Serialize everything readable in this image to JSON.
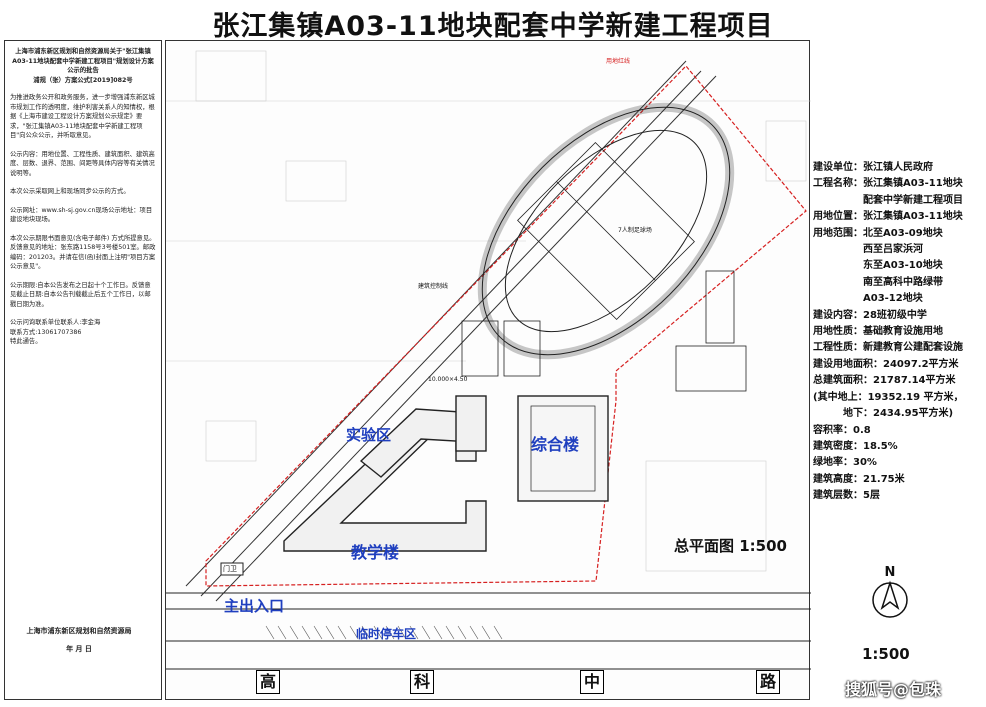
{
  "title": "张江集镇A03-11地块配套中学新建工程项目",
  "left_panel": {
    "header": "上海市浦东新区规划和自然资源局关于\"张江集镇A03-11地块配套中学新建工程项目\"规划设计方案公示的批告\n浦规（张）方案公式[2019]082号",
    "paragraphs": [
      "为推进政务公开和政务服务，进一步增强浦东新区城市规划工作的透明度，维护利害关系人的知情权，根据《上海市建设工程设计方案规划公示规定》要求，\"张江集镇A03-11地块配套中学新建工程项目\"向公众公示，并听取意见。",
      "公示内容：用地位置、工程性质、建筑面积、建筑高度、层数、退界、范围、间距等具体内容等有关情况说明等。",
      "本次公示采取网上和现场同步公示的方式。",
      "公示网址：www.sh-sj.gov.cn现场公示地址：项目建设地块现场。",
      "本次公示期限书面意见(含电子邮件) 方式所提意见。反馈意见的地址：张东路1158号3号楼501室。邮政编码：201203。并请在信(函)封面上注明\"项目方案公示意见\"。",
      "公示期限:自本公告发布之日起十个工作日。反馈意见截止日期:自本公告刊载截止后五个工作日，以邮戳日期为准。",
      "公示问询联系单位联系人:李金海\n联系方式:13061707386\n特此通告。"
    ],
    "footer_org": "上海市浦东新区规划和自然资源局",
    "footer_date": "年 月 日"
  },
  "plan": {
    "label_lab": "实验区",
    "label_composite": "综合楼",
    "label_teaching": "教学楼",
    "label_main_entrance": "主出入口",
    "label_temp_parking": "临时停车区",
    "label_master_plan": "总平面图  1:500",
    "label_mengmen": "门卫",
    "label_field": "7人制足球场",
    "label_track_line": "用地红线",
    "label_building_line": "建筑控制线",
    "dimension_1": "10.000×4.50",
    "road_chars": [
      "高",
      "科",
      "中",
      "路"
    ]
  },
  "info": {
    "rows": [
      "建设单位：张江镇人民政府",
      "工程名称：张江集镇A03-11地块",
      "　　　　　配套中学新建工程项目",
      "用地位置：张江集镇A03-11地块",
      "用地范围：北至A03-09地块",
      "　　　　　西至吕家浜河",
      "　　　　　东至A03-10地块",
      "　　　　　南至高科中路绿带",
      "　　　　　A03-12地块",
      "建设内容：28班初级中学",
      "用地性质：基础教育设施用地",
      "工程性质：新建教育公建配套设施",
      "建设用地面积：24097.2平方米",
      "总建筑面积：21787.14平方米",
      "(其中地上：19352.19 平方米，",
      "　　　地下：2434.95平方米)",
      "容积率：0.8",
      "建筑密度：18.5%",
      "绿地率：30%",
      "建筑高度：21.75米",
      "建筑层数：5层"
    ]
  },
  "north_label": "N",
  "scale": "1:500",
  "watermark": "搜狐号@包珠",
  "colors": {
    "red_line": "#d62020",
    "blue_label": "#1f3fbf",
    "line": "#222222"
  }
}
